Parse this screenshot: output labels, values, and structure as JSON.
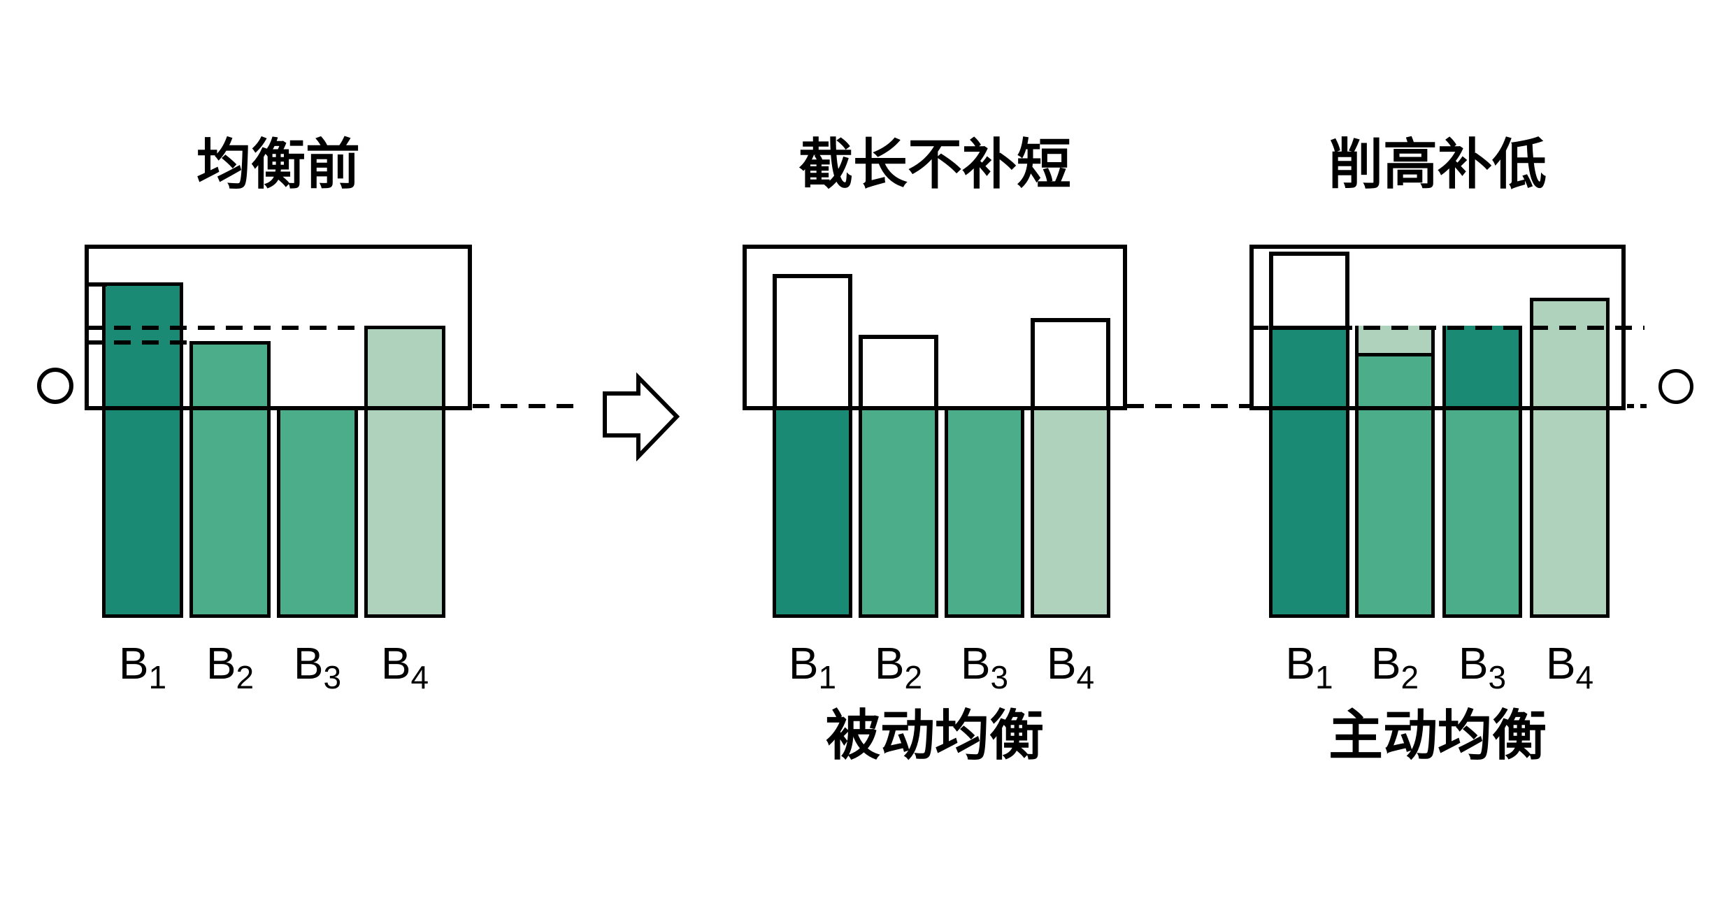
{
  "colors": {
    "cell_dark": "#1B8A74",
    "cell_mid": "#4CAD8A",
    "cell_light": "#AFD2BD",
    "line": "#000000",
    "background": "#FFFFFF"
  },
  "cells": [
    {
      "name": "B",
      "sub": "1"
    },
    {
      "name": "B",
      "sub": "2"
    },
    {
      "name": "B",
      "sub": "3"
    },
    {
      "name": "B",
      "sub": "4"
    }
  ],
  "panels": [
    {
      "id": "before",
      "title": "均衡前",
      "caption": "",
      "bars": [
        {
          "cell": "B1",
          "fill": "dark",
          "level": "highest"
        },
        {
          "cell": "B2",
          "fill": "mid",
          "level": "mid"
        },
        {
          "cell": "B3",
          "fill": "mid",
          "level": "lowest"
        },
        {
          "cell": "B4",
          "fill": "light",
          "level": "mid-high"
        }
      ]
    },
    {
      "id": "passive",
      "title": "截长不补短",
      "caption": "被动均衡",
      "bars": [
        {
          "cell": "B1",
          "fill": "dark",
          "cut_rect_above": true
        },
        {
          "cell": "B2",
          "fill": "mid",
          "cut_rect_above": true
        },
        {
          "cell": "B3",
          "fill": "mid",
          "cut_rect_above": false
        },
        {
          "cell": "B4",
          "fill": "light",
          "cut_rect_above": true
        }
      ]
    },
    {
      "id": "active",
      "title": "削高补低",
      "caption": "主动均衡",
      "bars": [
        {
          "cell": "B1",
          "fill": "dark",
          "removed_rect_above": true
        },
        {
          "cell": "B2",
          "fill": "mid",
          "added_segment_fill": "light"
        },
        {
          "cell": "B3",
          "fill": "mid",
          "added_segment_fill": "dark"
        },
        {
          "cell": "B4",
          "fill": "light"
        }
      ]
    }
  ]
}
